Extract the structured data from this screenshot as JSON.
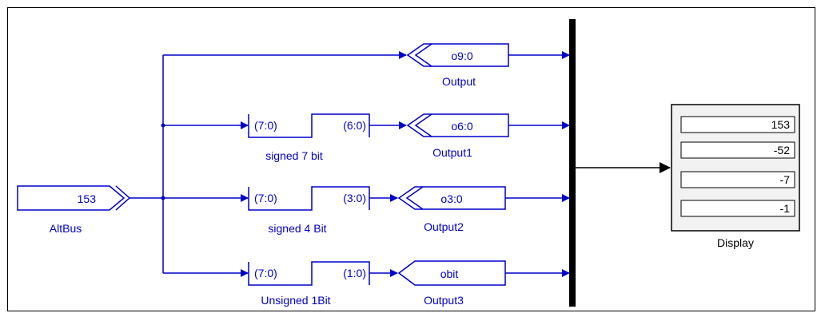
{
  "colors": {
    "signal": "#0000cc",
    "text_blue": "#0000cc",
    "mux_bar": "#000000",
    "display_border": "#000000"
  },
  "source": {
    "value": "153",
    "label": "AltBus"
  },
  "converters": [
    {
      "input": "(7:0)",
      "output": "(6:0)",
      "label": "signed 7 bit"
    },
    {
      "input": "(7:0)",
      "output": "(3:0)",
      "label": "signed 4 Bit"
    },
    {
      "input": "(7:0)",
      "output": "(1:0)",
      "label": "Unsigned 1Bit"
    }
  ],
  "outputs": [
    {
      "text": "o9:0",
      "label": "Output"
    },
    {
      "text": "o6:0",
      "label": "Output1"
    },
    {
      "text": "o3:0",
      "label": "Output2"
    },
    {
      "text": "obit",
      "label": "Output3"
    }
  ],
  "display": {
    "label": "Display",
    "values": [
      "153",
      "-52",
      "-7",
      "-1"
    ]
  }
}
